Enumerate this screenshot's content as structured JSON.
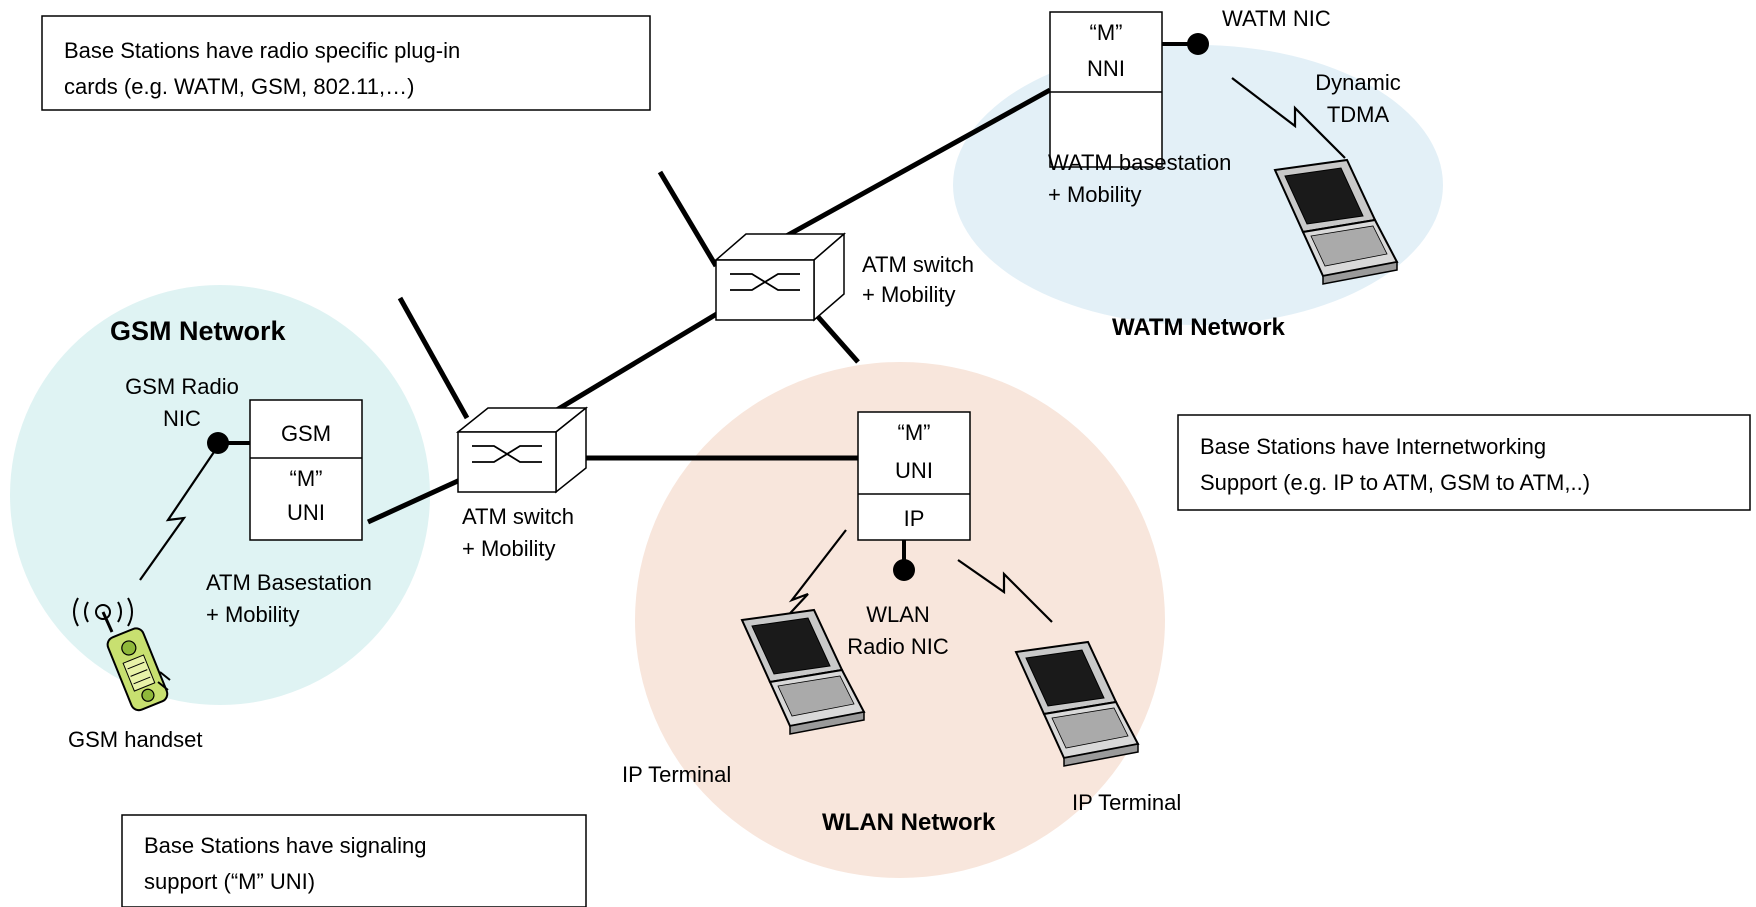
{
  "colors": {
    "gsm_cloud": "#dff3f3",
    "watm_cloud": "#e3f0f7",
    "wlan_cloud": "#f8e6dc",
    "line": "#000000",
    "laptop_body": "#c9c9c9",
    "laptop_screen": "#1a1a1a",
    "handset": "#c8e070"
  },
  "callouts": {
    "radio_cards": [
      "Base Stations have radio specific plug-in",
      "cards (e.g. WATM, GSM, 802.11,…)"
    ],
    "internetworking": [
      "Base Stations have Internetworking",
      "Support  (e.g. IP to ATM, GSM to ATM,..)"
    ],
    "signaling": [
      "Base Stations have signaling",
      "support (“M” UNI)"
    ]
  },
  "networks": {
    "gsm": "GSM Network",
    "watm": "WATM Network",
    "wlan": "WLAN Network"
  },
  "watm_basestation": {
    "top_cell": [
      "“M”",
      "NNI"
    ],
    "nic_label": "WATM NIC",
    "link_label": [
      "Dynamic",
      "TDMA"
    ],
    "caption": [
      "WATM basestation",
      "+ Mobility"
    ]
  },
  "gsm_basestation": {
    "nic_label": [
      "GSM Radio",
      "NIC"
    ],
    "top_cell": "GSM",
    "bottom_cell": [
      "“M”",
      "UNI"
    ],
    "caption": [
      "ATM Basestation",
      "+ Mobility"
    ],
    "handset_label": "GSM handset"
  },
  "wlan_basestation": {
    "top_cell": [
      "“M”",
      "UNI"
    ],
    "bottom_cell": "IP",
    "nic_label": [
      "WLAN",
      "Radio NIC"
    ]
  },
  "switches": {
    "upper": [
      "ATM switch",
      "+ Mobility"
    ],
    "lower": [
      "ATM switch",
      "+ Mobility"
    ]
  },
  "terminals": {
    "left": "IP Terminal",
    "right": "IP Terminal"
  }
}
